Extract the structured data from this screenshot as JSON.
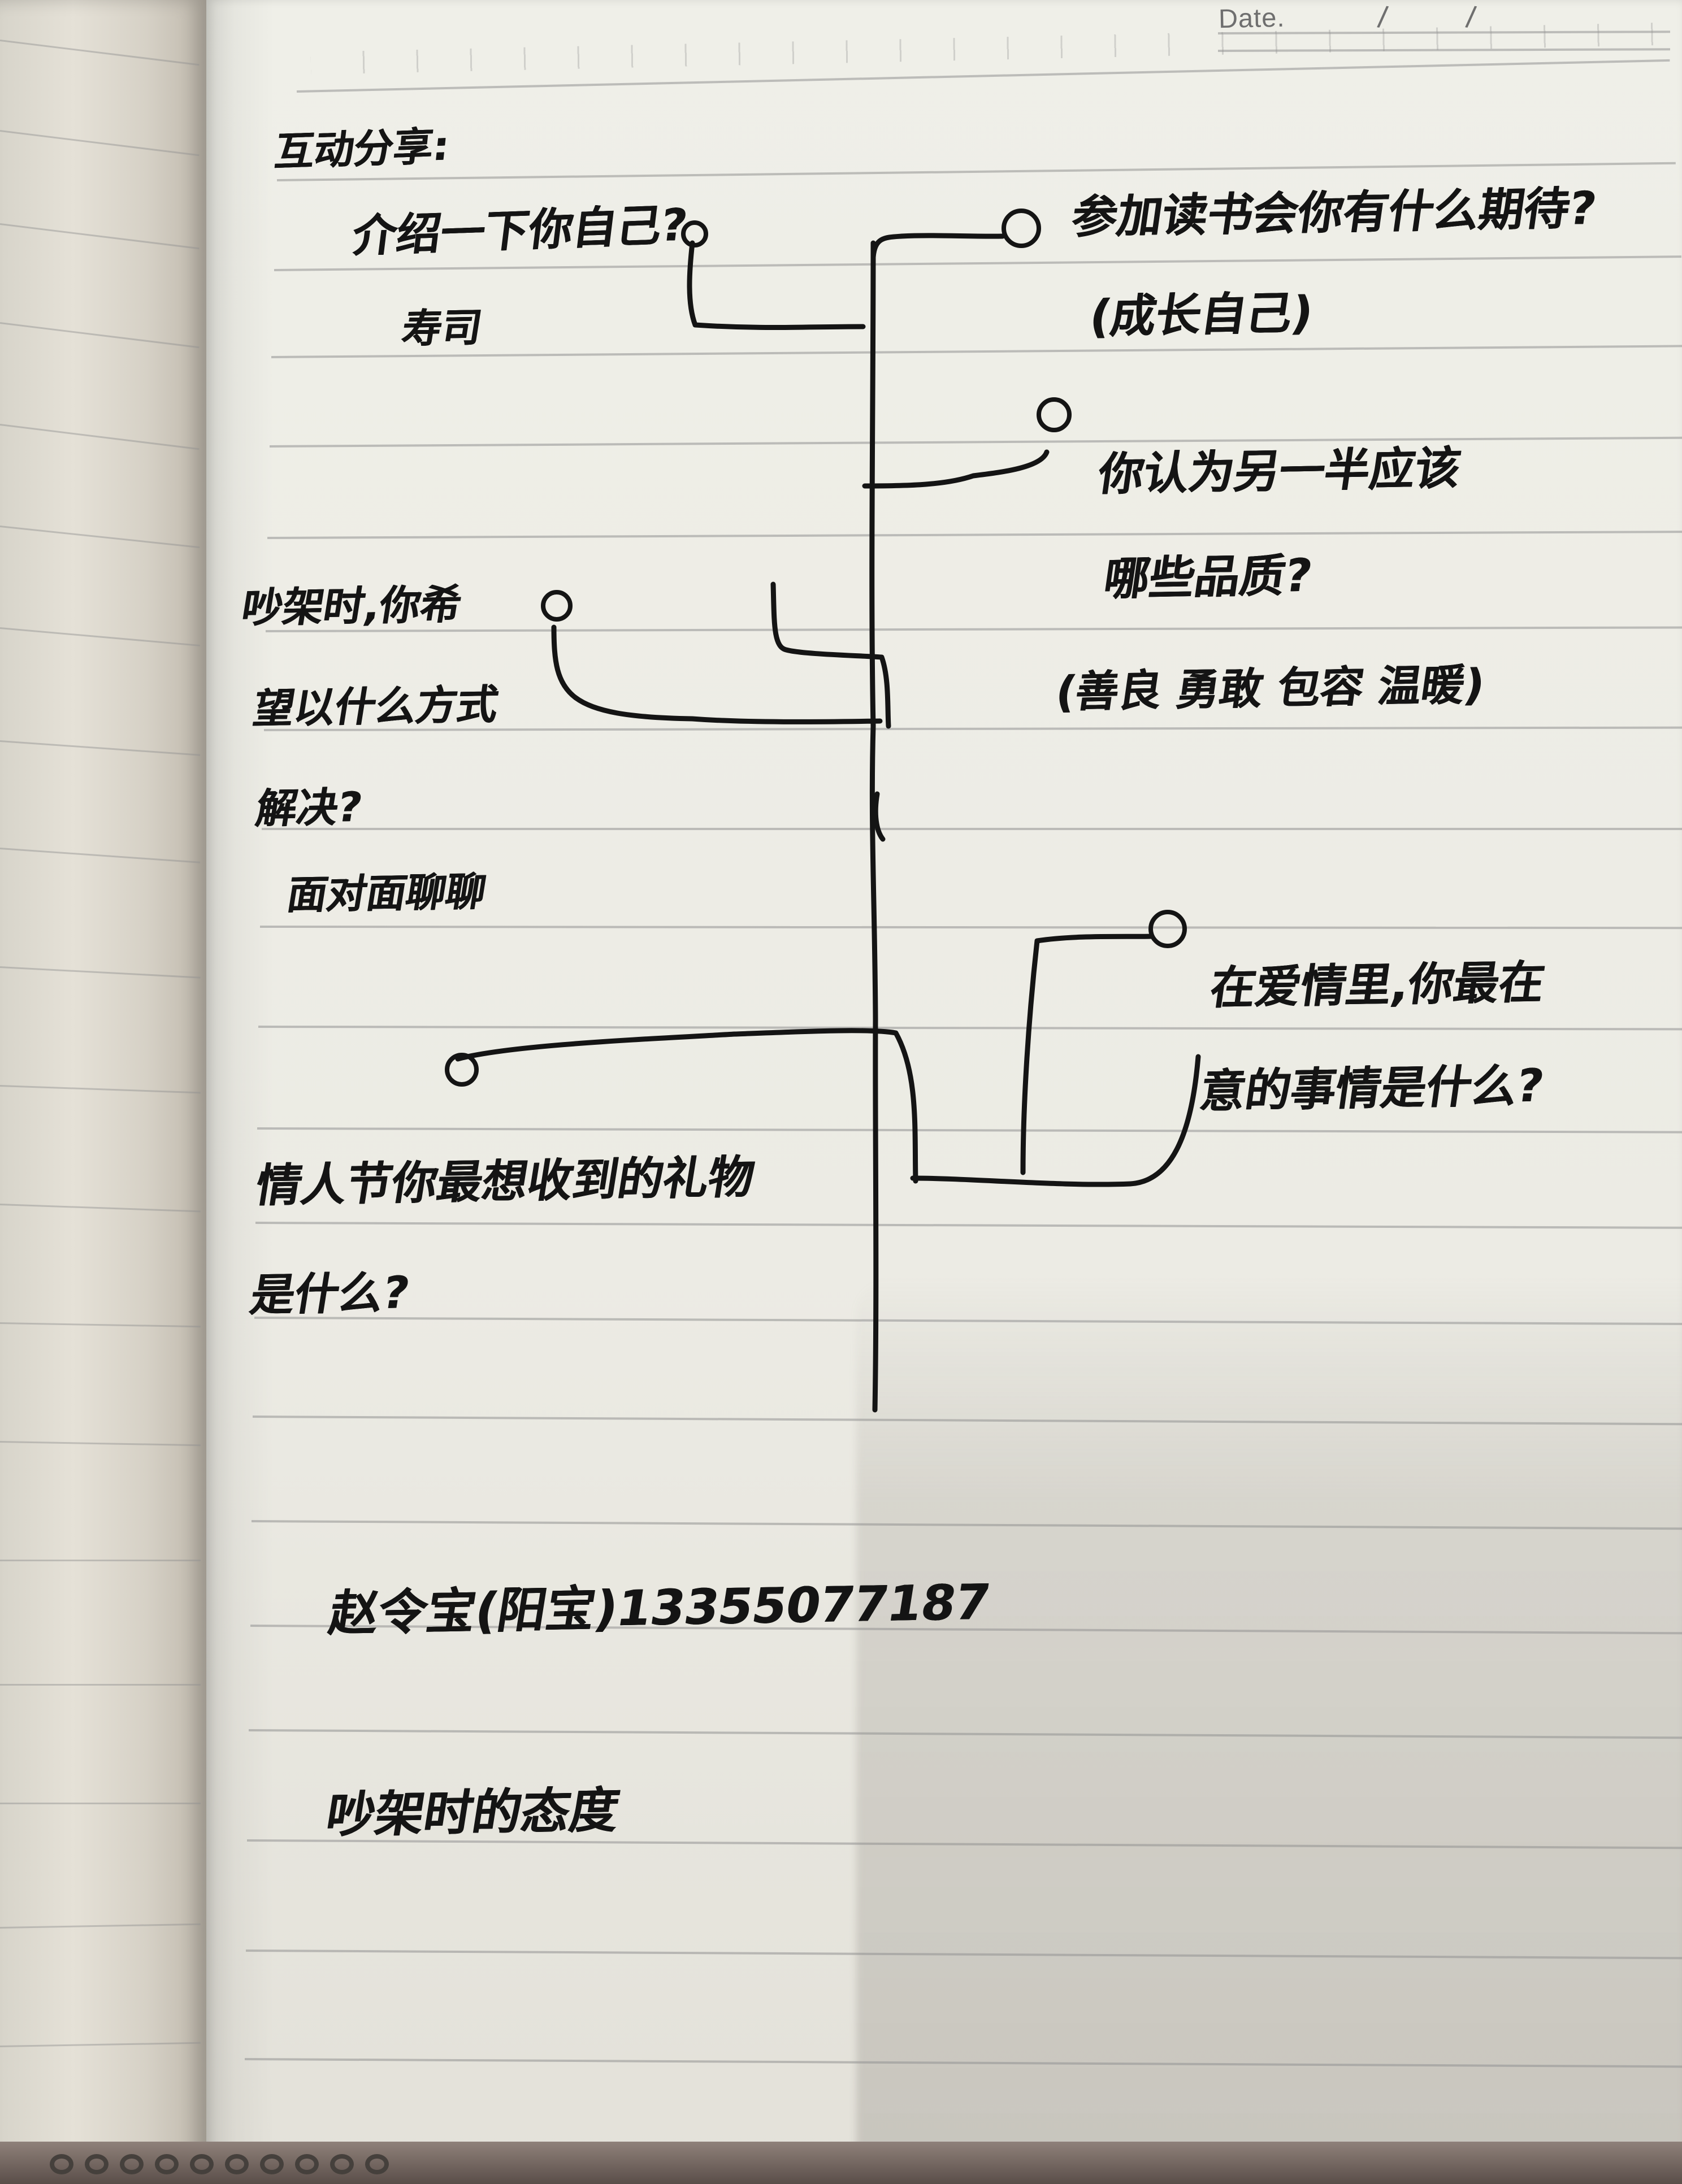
{
  "notebook": {
    "date_label": "Date.",
    "date_separator": "/"
  },
  "notes": {
    "heading": "互动分享:",
    "left_q1": "介绍一下你自己?",
    "left_a1": "寿司",
    "right_q1": "参加读书会你有什么期待?",
    "right_a1": "(成长自己)",
    "right_q2": "你认为另一半应该",
    "right_q2b": "哪些品质?",
    "right_a2": "(善良  勇敢  包容  温暖)",
    "left_q2a": "吵架时,你希",
    "left_q2b": "望以什么方式",
    "left_q2c": "解决?",
    "left_a2": "面对面聊聊",
    "right_q3a": "在爱情里,你最在",
    "right_q3b": "意的事情是什么?",
    "left_q3a": "情人节你最想收到的礼物",
    "left_q3b": "是什么?",
    "contact": "赵令宝(阳宝)13355077187",
    "footer": "吵架时的态度"
  },
  "colors": {
    "ink": "#141414",
    "paper": "#ecebe4",
    "rule": "#919191",
    "print": "#6f6f6f"
  }
}
